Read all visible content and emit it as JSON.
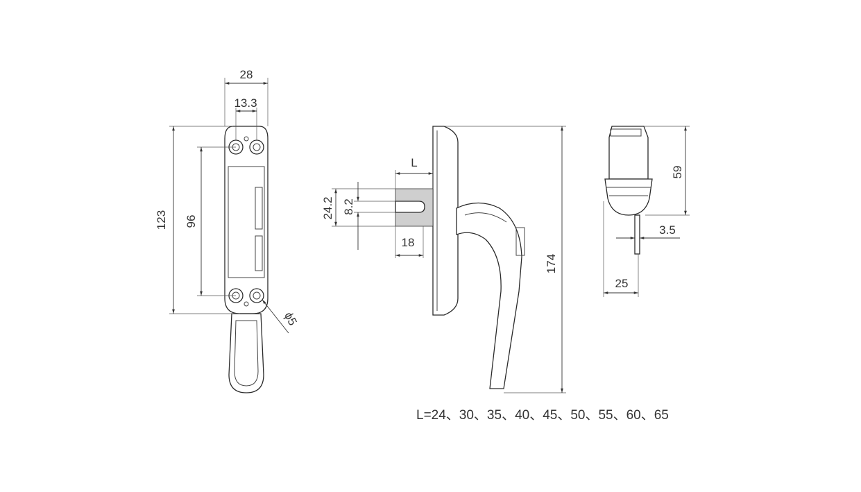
{
  "dimensions": {
    "front_width": "28",
    "hole_spacing_width": "13.3",
    "overall_height": "123",
    "hole_pitch": "96",
    "hole_diameter": "ϕ5",
    "spindle_length": "L",
    "base_width": "24.2",
    "slot_width": "8.2",
    "spindle_depth": "18",
    "handle_height": "174",
    "top_height": "59",
    "spindle_size": "3.5",
    "spindle_offset": "25"
  },
  "note": "L=24、30、35、40、45、50、55、60、65",
  "colors": {
    "line": "#2a2a2a",
    "text": "#333333",
    "shade": "#cfcfcf"
  }
}
